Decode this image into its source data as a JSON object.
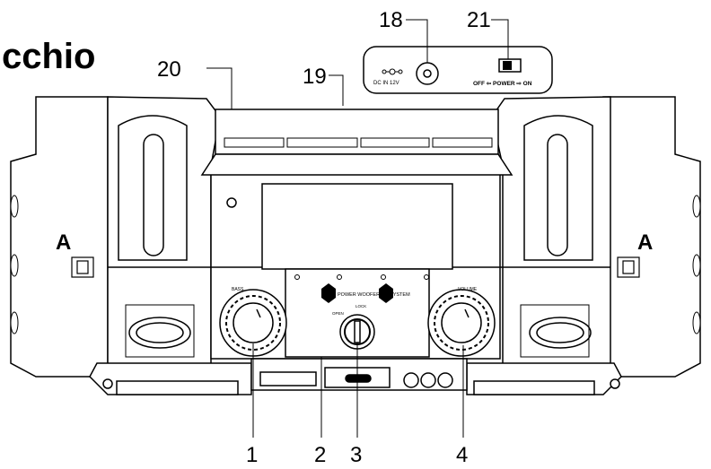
{
  "heading_fragment": "cchio",
  "callouts": {
    "c1": "1",
    "c2": "2",
    "c3": "3",
    "c4": "4",
    "c18": "18",
    "c19": "19",
    "c20": "20",
    "c21": "21"
  },
  "side_label_left": "A",
  "side_label_right": "A",
  "inset": {
    "dc_in": "DC IN 12V",
    "power_switch": "OFF ⇦ POWER ⇨ ON"
  },
  "panel_label": "POWER WOOFER CD SYSTEM",
  "knob_left_label": "BASS",
  "knob_right_label": "VOLUME",
  "open_label": "OPEN",
  "lock_label": "LOCK"
}
